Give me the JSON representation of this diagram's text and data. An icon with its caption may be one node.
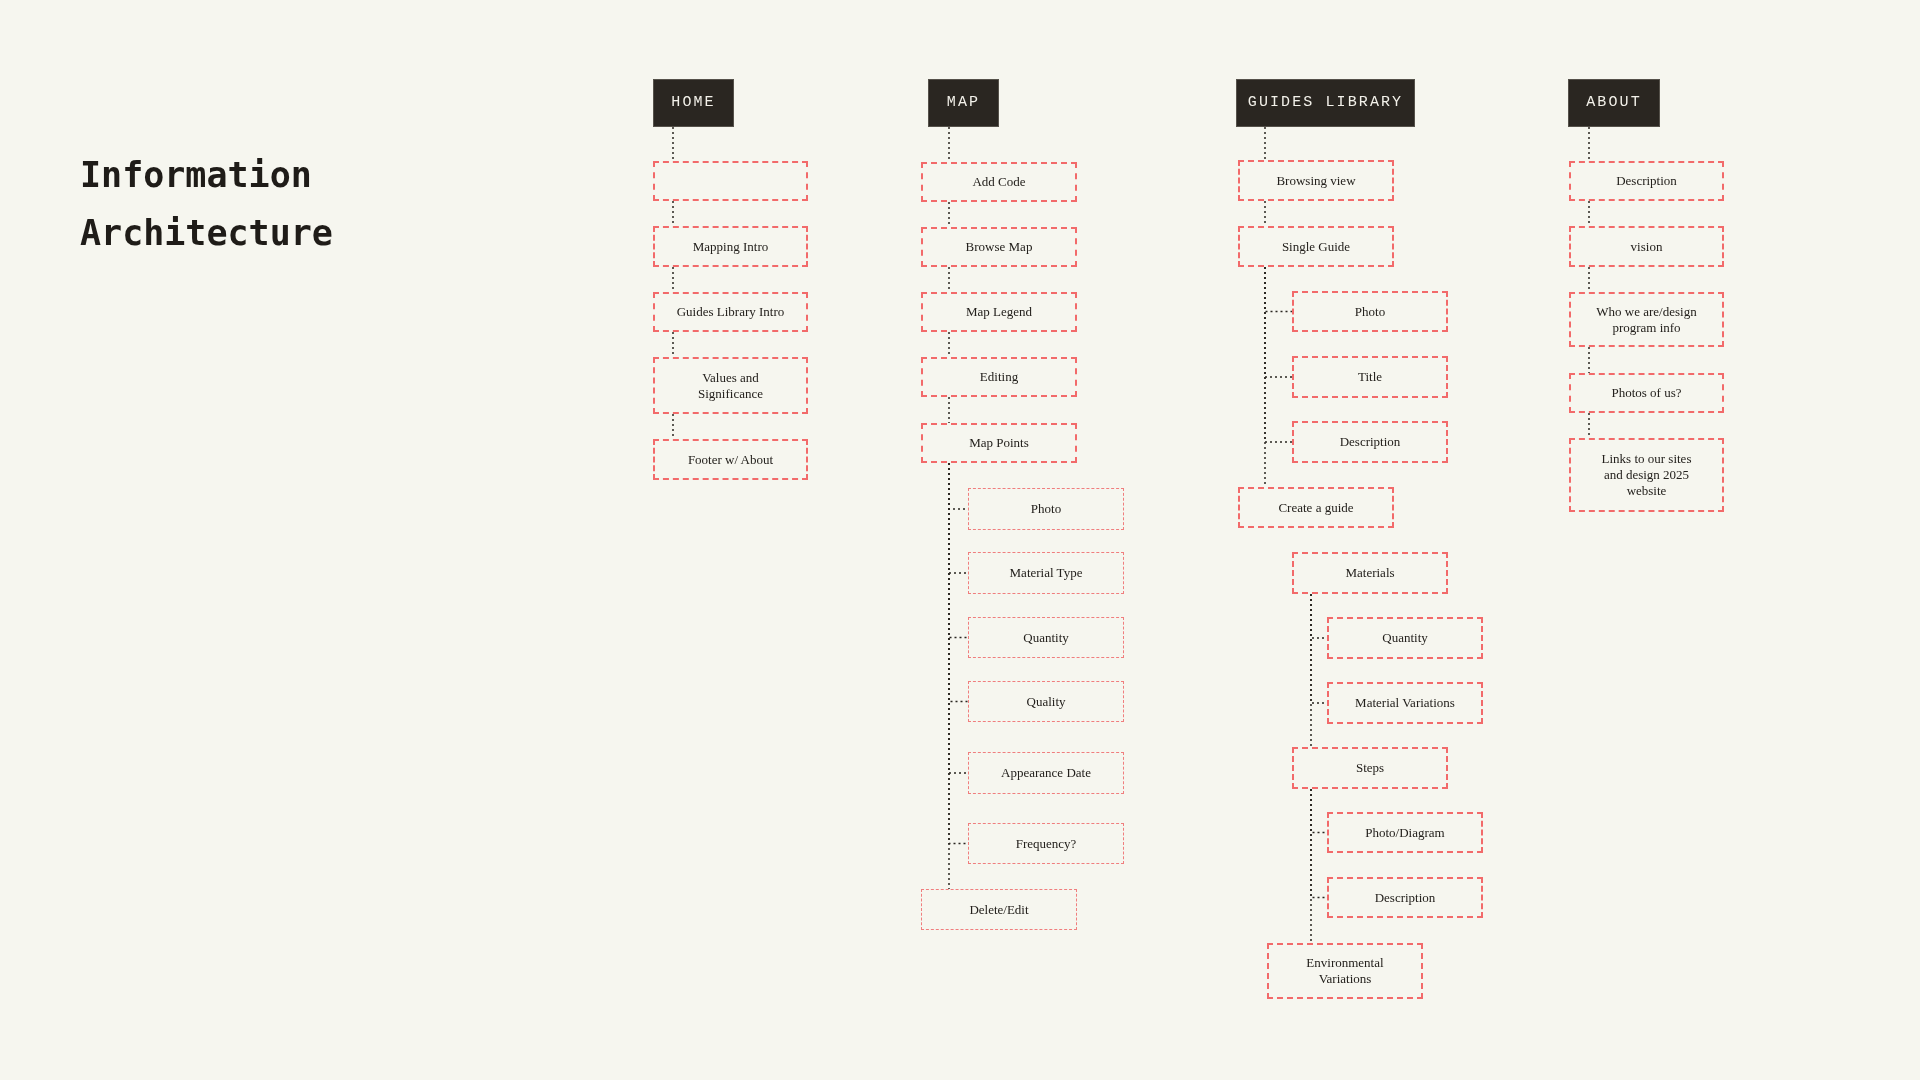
{
  "diagram": {
    "title": "Information Architecture",
    "nodes": [
      {
        "text": [
          "HOME"
        ]
      },
      {
        "text": [],
        "shape": "box"
      },
      {
        "text": [
          "Mapping Intro"
        ]
      },
      {
        "text": [
          "Guides Library Intro"
        ]
      },
      {
        "text": [
          "Values and Significance"
        ]
      },
      {
        "text": [
          "Footer w/ About"
        ]
      },
      {
        "text": [
          "MAP"
        ]
      },
      {
        "text": [
          "Add Code"
        ]
      },
      {
        "text": [
          "Browse Map"
        ]
      },
      {
        "text": [
          "Map Legend"
        ]
      },
      {
        "text": [
          "Editing"
        ]
      },
      {
        "text": [
          "Map Points"
        ]
      },
      {
        "text": [
          "Photo"
        ]
      },
      {
        "text": [
          "Material Type"
        ]
      },
      {
        "text": [
          "Quantity"
        ]
      },
      {
        "text": [
          "Quality"
        ]
      },
      {
        "text": [
          "Appearance Date"
        ]
      },
      {
        "text": [
          "Frequency?"
        ]
      },
      {
        "text": [
          "Delete/Edit"
        ]
      },
      {
        "text": [
          "GUIDES LIBRARY"
        ]
      },
      {
        "text": [
          "Browsing view"
        ]
      },
      {
        "text": [
          "Single Guide"
        ]
      },
      {
        "text": [
          "Photo"
        ]
      },
      {
        "text": [
          "Title"
        ]
      },
      {
        "text": [
          "Description"
        ]
      },
      {
        "text": [
          "Create a guide"
        ]
      },
      {
        "text": [
          "Materials"
        ]
      },
      {
        "text": [
          "Quantity"
        ]
      },
      {
        "text": [
          "Material Variations"
        ]
      },
      {
        "text": [
          "Steps"
        ]
      },
      {
        "text": [
          "Photo/Diagram"
        ]
      },
      {
        "text": [
          "Description"
        ]
      },
      {
        "text": [
          "Environmental Variations"
        ]
      },
      {
        "text": [
          "ABOUT"
        ]
      },
      {
        "text": [
          "Description"
        ]
      },
      {
        "text": [
          "vision"
        ]
      },
      {
        "text": [
          "Who we are/design program info"
        ]
      },
      {
        "text": [
          "Photos of us?"
        ]
      },
      {
        "text": [
          "Links to our sites and design 2025 website"
        ]
      }
    ],
    "edges": [
      {
        "from": 0,
        "to": 1,
        "arrow": "none"
      },
      {
        "from": 1,
        "to": 2,
        "arrow": "none"
      },
      {
        "from": 2,
        "to": 3,
        "arrow": "none"
      },
      {
        "from": 3,
        "to": 4,
        "arrow": "none"
      },
      {
        "from": 4,
        "to": 5,
        "arrow": "none"
      },
      {
        "from": 6,
        "to": 7,
        "arrow": "none"
      },
      {
        "from": 7,
        "to": 8,
        "arrow": "none"
      },
      {
        "from": 8,
        "to": 9,
        "arrow": "none"
      },
      {
        "from": 9,
        "to": 10,
        "arrow": "none"
      },
      {
        "from": 10,
        "to": 11,
        "arrow": "none"
      },
      {
        "from": 11,
        "to": 12,
        "arrow": "none"
      },
      {
        "from": 11,
        "to": 13,
        "arrow": "none"
      },
      {
        "from": 11,
        "to": 14,
        "arrow": "none"
      },
      {
        "from": 11,
        "to": 15,
        "arrow": "none"
      },
      {
        "from": 11,
        "to": 16,
        "arrow": "none"
      },
      {
        "from": 11,
        "to": 17,
        "arrow": "none"
      },
      {
        "from": 11,
        "to": 18,
        "arrow": "none"
      },
      {
        "from": 19,
        "to": 20,
        "arrow": "none"
      },
      {
        "from": 20,
        "to": 21,
        "arrow": "none"
      },
      {
        "from": 21,
        "to": 22,
        "arrow": "none"
      },
      {
        "from": 21,
        "to": 23,
        "arrow": "none"
      },
      {
        "from": 21,
        "to": 24,
        "arrow": "none"
      },
      {
        "from": 21,
        "to": 25,
        "arrow": "none"
      },
      {
        "from": 26,
        "to": 27,
        "arrow": "none"
      },
      {
        "from": 26,
        "to": 28,
        "arrow": "none"
      },
      {
        "from": 26,
        "to": 29,
        "arrow": "none"
      },
      {
        "from": 29,
        "to": 30,
        "arrow": "none"
      },
      {
        "from": 29,
        "to": 31,
        "arrow": "none"
      },
      {
        "from": 29,
        "to": 32,
        "arrow": "none"
      },
      {
        "from": 33,
        "to": 34,
        "arrow": "none"
      },
      {
        "from": 34,
        "to": 35,
        "arrow": "none"
      },
      {
        "from": 35,
        "to": 36,
        "arrow": "none"
      },
      {
        "from": 36,
        "to": 37,
        "arrow": "none"
      },
      {
        "from": 37,
        "to": 38,
        "arrow": "none"
      }
    ]
  }
}
